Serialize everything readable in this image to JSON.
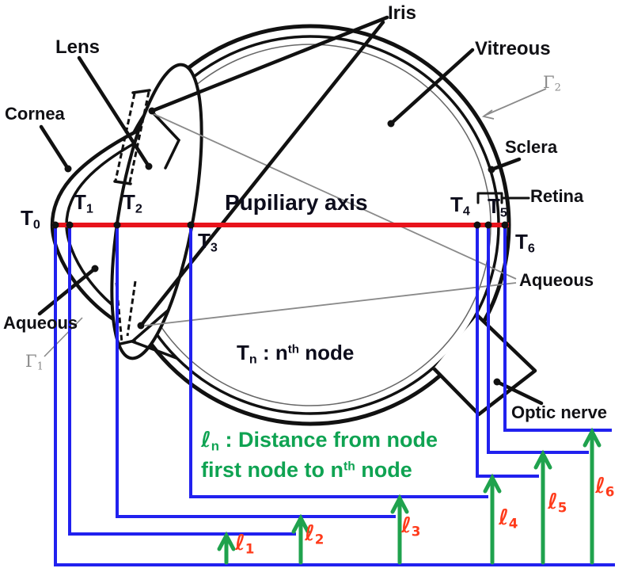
{
  "figure": {
    "anatomy_labels": {
      "lens": "Lens",
      "cornea": "Cornea",
      "iris": "Iris",
      "vitreous": "Vitreous",
      "sclera": "Sclera",
      "retina": "Retina",
      "aqueous_left": "Aqueous",
      "aqueous_right": "Aqueous",
      "optic_nerve": "Optic nerve"
    },
    "axis_label": "Pupiliary axis",
    "gamma1": {
      "base": "Γ",
      "sub": "1"
    },
    "gamma2": {
      "base": "Γ",
      "sub": "2"
    },
    "nodes": [
      {
        "base": "T",
        "sub": "0"
      },
      {
        "base": "T",
        "sub": "1"
      },
      {
        "base": "T",
        "sub": "2"
      },
      {
        "base": "T",
        "sub": "3"
      },
      {
        "base": "T",
        "sub": "4"
      },
      {
        "base": "T",
        "sub": "5"
      },
      {
        "base": "T",
        "sub": "6"
      }
    ],
    "node_note": {
      "base": "T",
      "sub": "n",
      "mid": " : n",
      "sup": "th",
      "end": " node"
    },
    "distance_note": {
      "l": "ℓ",
      "l_sub": "n",
      "line1_rest": " : Distance from node",
      "line2_pre": "first node to n",
      "line2_sup": "th",
      "line2_end": " node"
    },
    "distances": [
      {
        "base": "ℓ",
        "sub": "1"
      },
      {
        "base": "ℓ",
        "sub": "2"
      },
      {
        "base": "ℓ",
        "sub": "3"
      },
      {
        "base": "ℓ",
        "sub": "4"
      },
      {
        "base": "ℓ",
        "sub": "5"
      },
      {
        "base": "ℓ",
        "sub": "6"
      }
    ],
    "colors": {
      "axis_red": "#e8131c",
      "measure_blue": "#2121ef",
      "arrow_green": "#1fa24d",
      "note_green": "#0fa352",
      "distance_red": "#ff3b1b",
      "ink_black": "#111111",
      "faint_gray": "#8a8a8a"
    }
  }
}
